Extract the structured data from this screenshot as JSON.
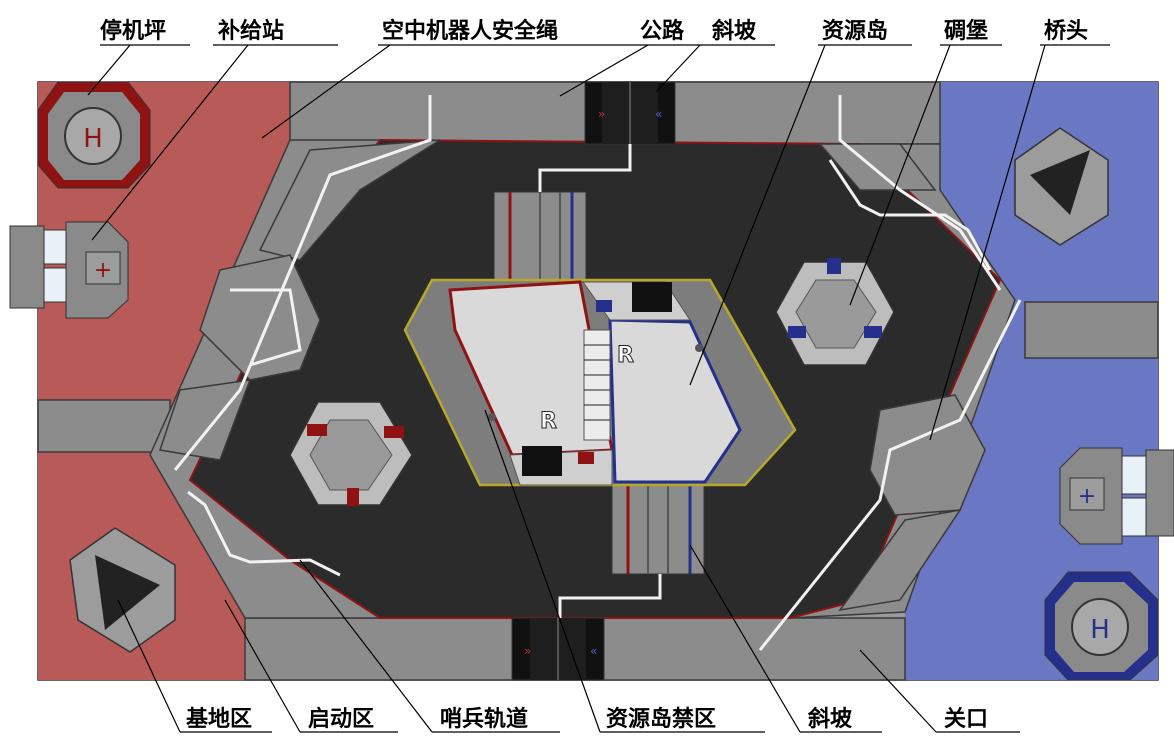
{
  "colors": {
    "red_base": "#b85a58",
    "blue_base": "#6a78c4",
    "floor": "#2b2b2b",
    "road": "#8c8c8c",
    "red_accent": "#8f1313",
    "blue_accent": "#24308c",
    "yellow_edge": "#b8a82a",
    "outline": "#3a3a3a"
  },
  "labels": {
    "helipad": "停机坪",
    "supply_station": "补给站",
    "safety_rope": "空中机器人安全绳",
    "road": "公路",
    "slope_top": "斜坡",
    "resource_island": "资源岛",
    "fortress": "碉堡",
    "bridgehead": "桥头",
    "base_zone": "基地区",
    "launch_zone": "启动区",
    "sentry_track": "哨兵轨道",
    "resource_forbidden": "资源岛禁区",
    "slope_bottom": "斜坡",
    "pass": "关口"
  },
  "icons": {
    "helipad_glyph": "H",
    "supply_glyph": "+"
  }
}
